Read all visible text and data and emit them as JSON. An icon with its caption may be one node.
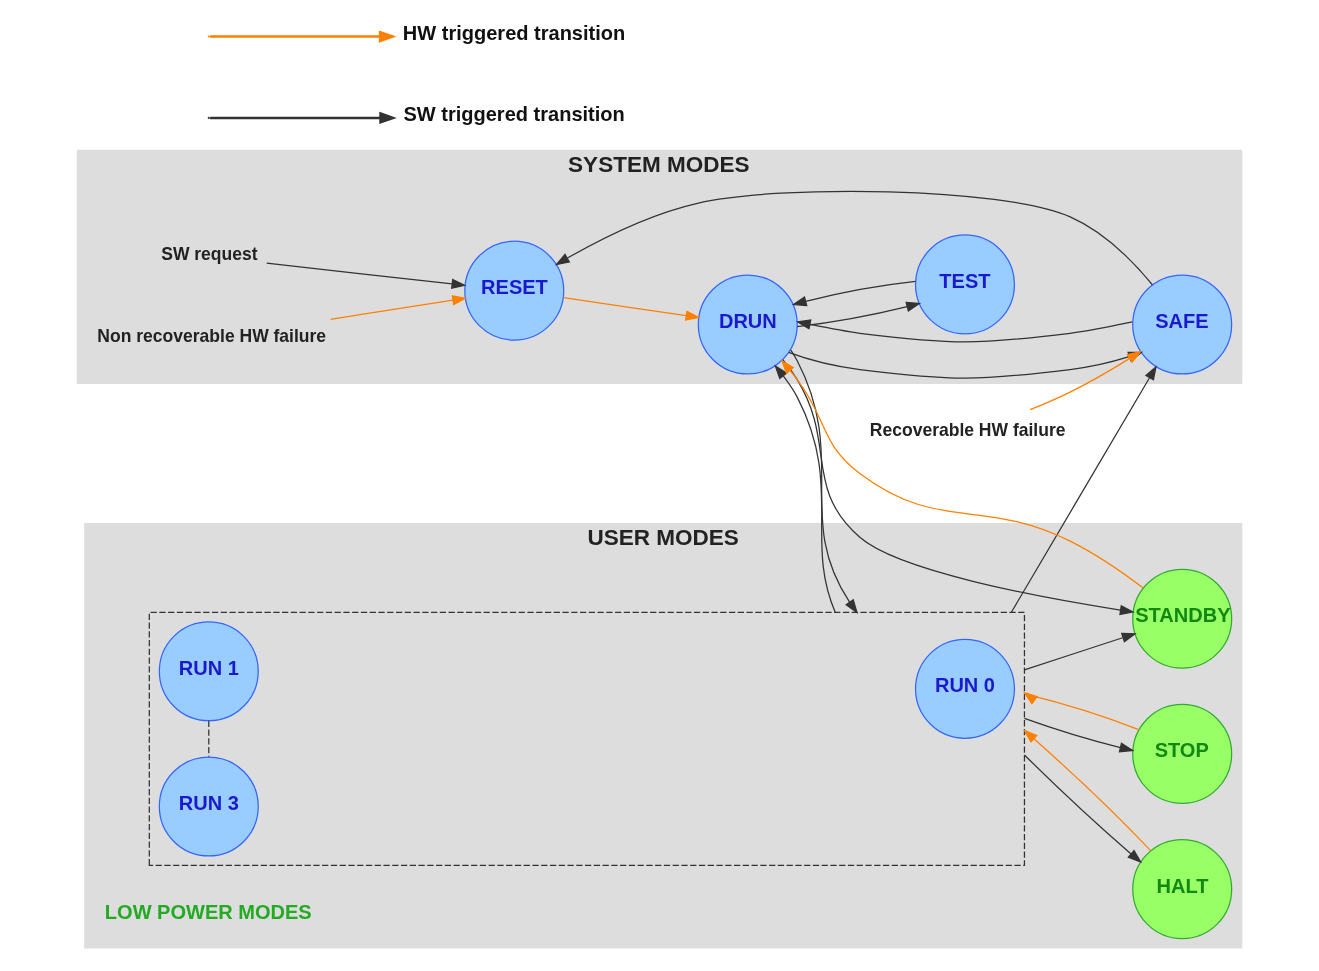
{
  "diagram": {
    "nodes": [
      {
        "text": [
          "SYSTEM MODES"
        ]
      },
      {
        "text": [
          "SW request"
        ],
        "in": 0
      },
      {
        "text": [
          "Recoverable HW failure"
        ]
      },
      {
        "text": [
          "SAFE"
        ],
        "in": 0
      },
      {
        "text": [
          "RESET"
        ],
        "in": 0
      },
      {
        "text": [
          "DRUN"
        ],
        "in": 0
      },
      {
        "text": [
          "TEST"
        ],
        "in": 0
      },
      {
        "text": [
          "Non recoverable HW failure"
        ],
        "in": 0
      },
      {
        "text": [
          "USER MODES"
        ]
      },
      {
        "text": [],
        "shape": "box",
        "in": 8
      },
      {
        "text": [
          "RUN 0"
        ],
        "in": 9
      },
      {
        "text": [
          "RUN 1"
        ],
        "in": 9
      },
      {
        "text": [
          "RUN 3"
        ],
        "in": 9
      },
      {
        "text": [
          "HALT"
        ],
        "in": 8
      },
      {
        "text": [
          "STOP"
        ],
        "in": 8
      },
      {
        "text": [
          "STANDBY"
        ],
        "in": 8
      }
    ],
    "edges": [
      {
        "from": 1,
        "to": 4,
        "arrow": "to"
      },
      {
        "from": 2,
        "to": 3,
        "arrow": "to",
        "color": "#ff8000"
      },
      {
        "from": 3,
        "to": 4,
        "arrow": "to"
      },
      {
        "from": 4,
        "to": 5,
        "arrow": "to",
        "color": "#ff8000"
      },
      {
        "from": 5,
        "to": 3,
        "arrow": "to"
      },
      {
        "from": 3,
        "to": 5,
        "arrow": "to"
      },
      {
        "from": 6,
        "to": 5,
        "arrow": "to"
      },
      {
        "from": 5,
        "to": 6,
        "arrow": "to"
      },
      {
        "from": 7,
        "to": 4,
        "arrow": "to",
        "color": "#ff8000"
      },
      {
        "from": 5,
        "to": 9,
        "arrow": "to"
      },
      {
        "from": 9,
        "to": 5,
        "arrow": "to"
      },
      {
        "from": 9,
        "to": 3,
        "arrow": "to"
      },
      {
        "from": 11,
        "to": 12,
        "arrow": "none",
        "style": "dashed"
      },
      {
        "from": 9,
        "to": 13,
        "arrow": "to"
      },
      {
        "from": 13,
        "to": 9,
        "arrow": "to",
        "color": "#ff8000"
      },
      {
        "from": 9,
        "to": 14,
        "arrow": "to"
      },
      {
        "from": 14,
        "to": 9,
        "arrow": "to",
        "color": "#ff8000"
      },
      {
        "from": 9,
        "to": 15,
        "arrow": "to"
      },
      {
        "from": 5,
        "to": 15,
        "arrow": "to"
      },
      {
        "from": 15,
        "to": 5,
        "arrow": "to",
        "color": "#ff8000"
      }
    ],
    "labels": [
      "LOW POWER MODES"
    ],
    "legend": [
      {
        "text": "HW triggered transition"
      },
      {
        "text": "SW triggered transition"
      }
    ]
  }
}
